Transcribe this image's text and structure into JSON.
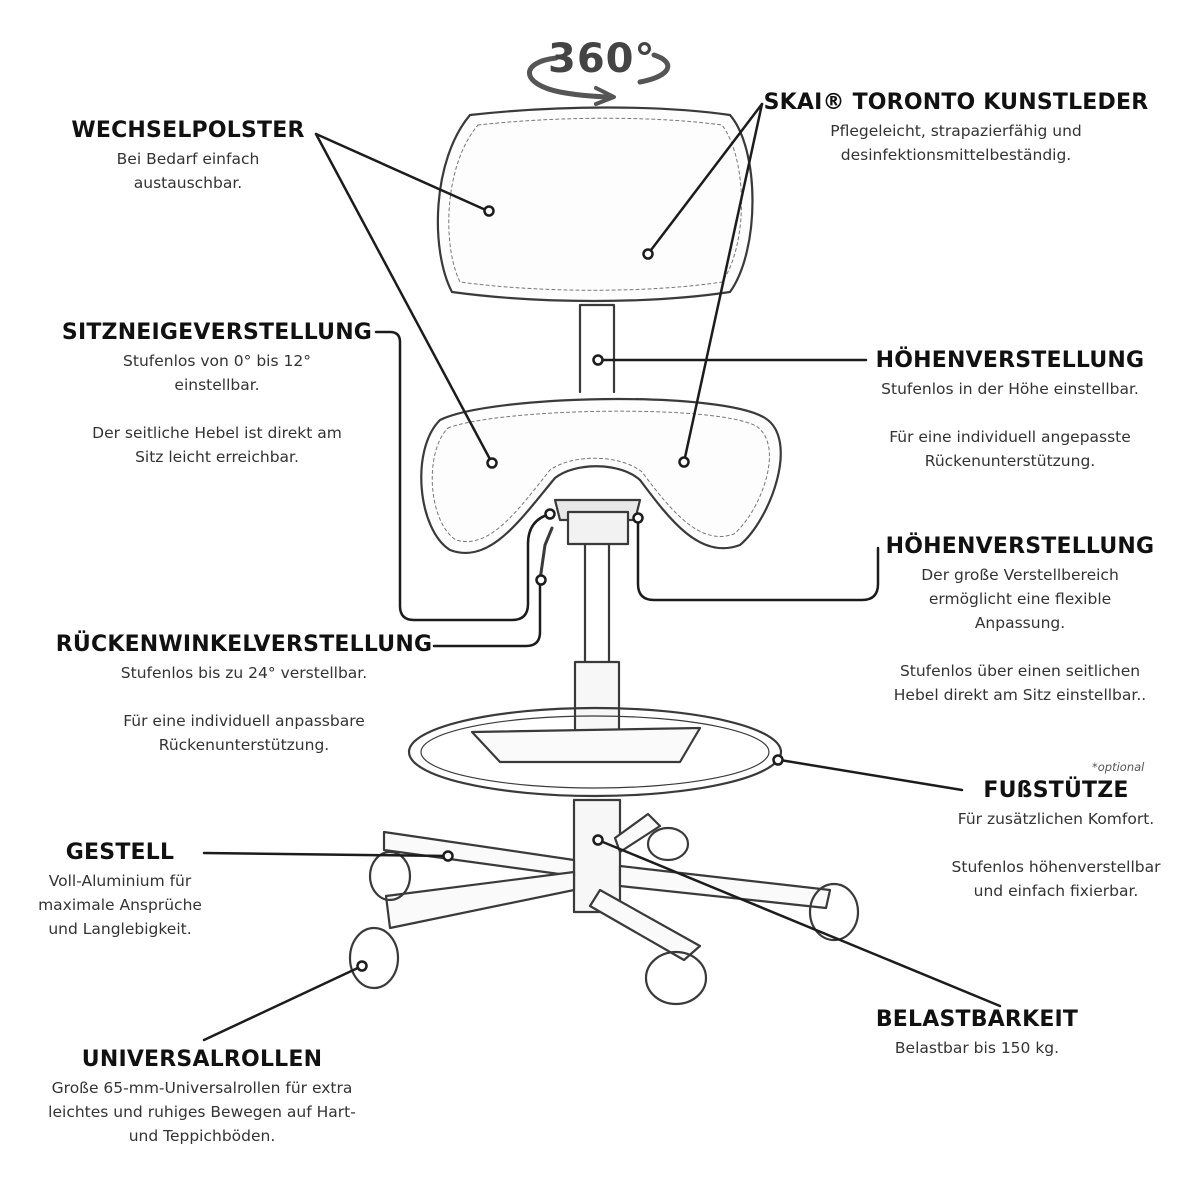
{
  "rotation_label": "360°",
  "optional_note": "*optional",
  "labels": {
    "wechselpolster": {
      "title": "WECHSELPOLSTER",
      "lines": [
        "Bei Bedarf einfach",
        "austauschbar."
      ]
    },
    "skai": {
      "title": "SKAI® TORONTO KUNSTLEDER",
      "lines": [
        "Pflegeleicht, strapazierfähig und",
        "desinfektionsmittelbeständig."
      ]
    },
    "sitzneige": {
      "title": "SITZNEIGEVERSTELLUNG",
      "lines": [
        "Stufenlos von 0° bis 12°",
        "einstellbar.",
        "",
        "Der seitliche Hebel ist direkt am",
        "Sitz leicht erreichbar."
      ]
    },
    "hoehe1": {
      "title": "HÖHENVERSTELLUNG",
      "lines": [
        "Stufenlos in der Höhe einstellbar.",
        "",
        "Für eine individuell angepasste",
        "Rückenunterstützung."
      ]
    },
    "hoehe2": {
      "title": "HÖHENVERSTELLUNG",
      "lines": [
        "Der große Verstellbereich",
        "ermöglicht eine flexible",
        "Anpassung.",
        "",
        "Stufenlos über einen seitlichen",
        "Hebel direkt am Sitz einstellbar.."
      ]
    },
    "rueckenwinkel": {
      "title": "RÜCKENWINKELVERSTELLUNG",
      "lines": [
        "Stufenlos bis zu 24° verstellbar.",
        "",
        "Für eine individuell anpassbare",
        "Rückenunterstützung."
      ]
    },
    "fussstuetze": {
      "title": "FUßSTÜTZE",
      "lines": [
        "Für zusätzlichen Komfort.",
        "",
        "Stufenlos höhenverstellbar",
        "und einfach fixierbar."
      ]
    },
    "gestell": {
      "title": "GESTELL",
      "lines": [
        "Voll-Aluminium für",
        "maximale Ansprüche",
        "und Langlebigkeit."
      ]
    },
    "belastbarkeit": {
      "title": "BELASTBARKEIT",
      "lines": [
        "Belastbar bis 150 kg."
      ]
    },
    "universalrollen": {
      "title": "UNIVERSALROLLEN",
      "lines": [
        "Große 65-mm-Universalrollen für extra",
        "leichtes und ruhiges Bewegen auf Hart-",
        "und Teppichböden."
      ]
    }
  }
}
